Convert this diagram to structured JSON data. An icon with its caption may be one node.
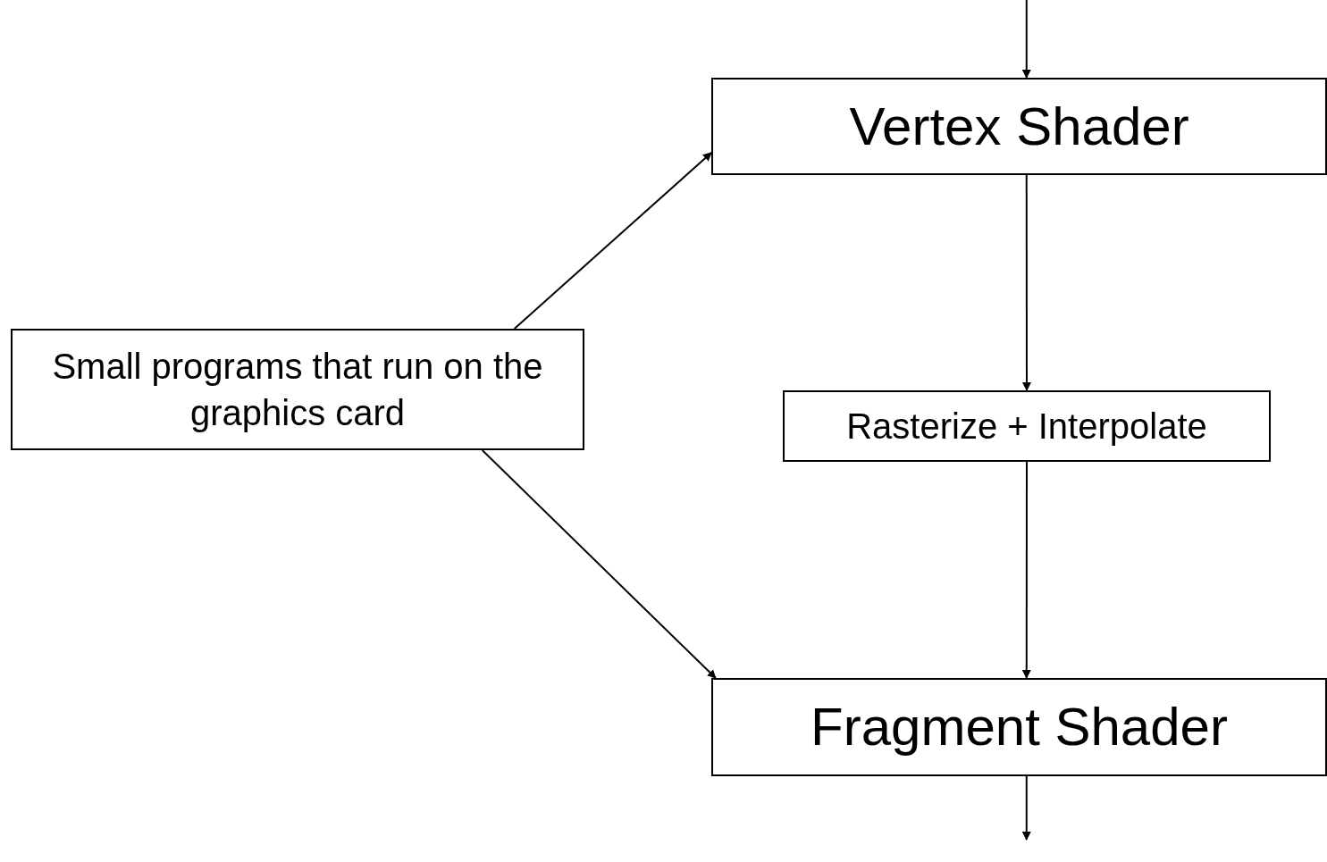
{
  "diagram": {
    "nodes": [
      {
        "text": [
          "Vertex Shader"
        ]
      },
      {
        "text": [
          "Rasterize + Interpolate"
        ]
      },
      {
        "text": [
          "Fragment Shader"
        ]
      },
      {
        "text": [
          "Small programs that run on the graphics card"
        ]
      }
    ],
    "edges": [
      {
        "from": null,
        "to": 0,
        "arrow": "to"
      },
      {
        "from": 0,
        "to": 1,
        "arrow": "to"
      },
      {
        "from": 1,
        "to": 2,
        "arrow": "to"
      },
      {
        "from": 2,
        "to": null,
        "arrow": "to"
      },
      {
        "from": 3,
        "to": 0,
        "arrow": "to"
      },
      {
        "from": 3,
        "to": 2,
        "arrow": "to"
      }
    ]
  }
}
